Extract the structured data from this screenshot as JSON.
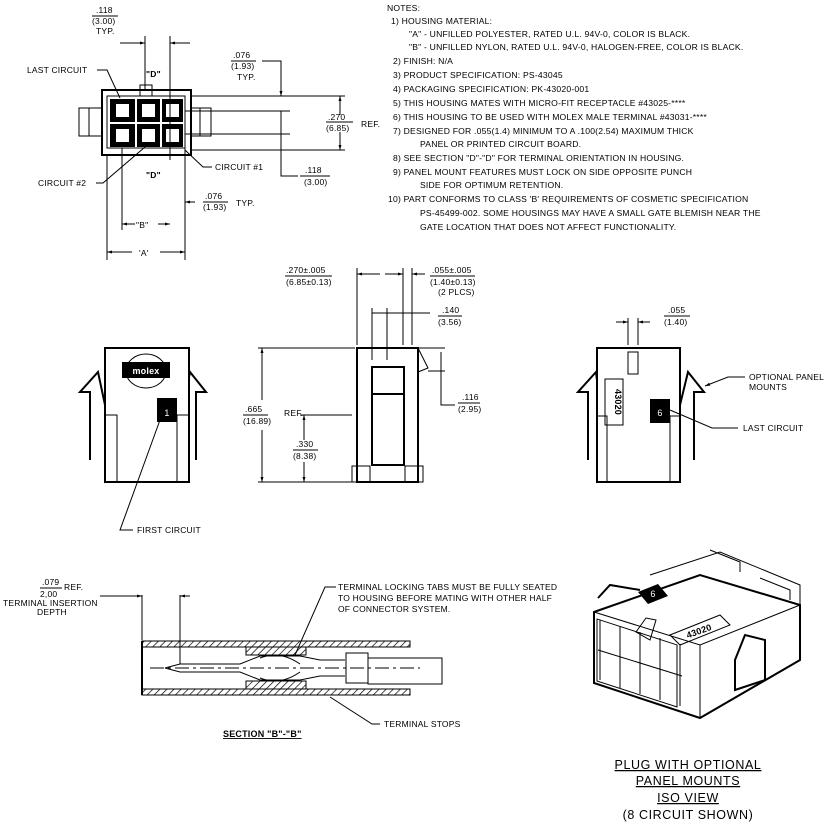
{
  "notes": {
    "heading": "NOTES:",
    "lines": [
      "1)  HOUSING MATERIAL:",
      "\"A\" - UNFILLED POLYESTER, RATED U.L. 94V-0, COLOR IS BLACK.",
      "\"B\" - UNFILLED NYLON, RATED U.L. 94V-0, HALOGEN-FREE, COLOR IS BLACK.",
      "2) FINISH:  N/A",
      "3) PRODUCT SPECIFICATION: PS-43045",
      "4) PACKAGING SPECIFICATION:  PK-43020-001",
      "5) THIS HOUSING MATES WITH MICRO-FIT RECEPTACLE #43025-****",
      "6) THIS HOUSING TO BE USED WITH MOLEX MALE TERMINAL #43031-****",
      "7) DESIGNED FOR .055(1.4) MINIMUM TO A .100(2.54) MAXIMUM THICK",
      "PANEL OR PRINTED CIRCUIT BOARD.",
      "8) SEE SECTION \"D\"-\"D\" FOR TERMINAL ORIENTATION IN HOUSING.",
      "9) PANEL MOUNT FEATURES MUST LOCK ON SIDE OPPOSITE PUNCH",
      "SIDE FOR OPTIMUM RETENTION.",
      "10) PART CONFORMS TO CLASS 'B' REQUIREMENTS OF COSMETIC SPECIFICATION",
      "PS-45499-002.  SOME HOUSINGS MAY HAVE A SMALL GATE BLEMISH NEAR THE",
      "GATE LOCATION THAT DOES NOT AFFECT FUNCTIONALITY."
    ]
  },
  "front_view": {
    "dim_pitch": {
      "in": ".118",
      "mm": "(3.00)",
      "note": "TYP."
    },
    "dim_top": {
      "in": ".076",
      "mm": "(1.93)",
      "note": "TYP."
    },
    "dim_height": {
      "in": ".270",
      "mm": "(6.85)",
      "note": "REF."
    },
    "dim_row": {
      "in": ".118",
      "mm": "(3.00)"
    },
    "dim_bottom": {
      "in": ".076",
      "mm": "(1.93)",
      "note": "TYP."
    },
    "section_label": "\"D\"",
    "last_circuit": "LAST CIRCUIT",
    "circuit_1": "CIRCUIT #1",
    "circuit_2": "CIRCUIT #2",
    "dim_b": "\"B\"",
    "dim_a": "'A'"
  },
  "end_view": {
    "logo": "molex",
    "circuit_number": "1",
    "first_circuit": "FIRST CIRCUIT"
  },
  "side_view": {
    "dim_width": {
      "in": ".270±.005",
      "mm": "(6.85±0.13)"
    },
    "dim_latch": {
      "in": ".055±.005",
      "mm": "(1.40±0.13)",
      "note": "(2 PLCS)"
    },
    "dim_window": {
      "in": ".140",
      "mm": "(3.56)"
    },
    "dim_ramp": {
      "in": ".116",
      "mm": "(2.95)"
    },
    "dim_height": {
      "in": ".665",
      "mm": "(16.89)",
      "note": "REF."
    },
    "dim_leg": {
      "in": ".330",
      "mm": "(8.38)"
    }
  },
  "rear_view": {
    "dim_key": {
      "in": ".055",
      "mm": "(1.40)"
    },
    "part_number": "43020",
    "circuit_number": "6",
    "optional_panel_mounts": [
      "OPTIONAL PANEL",
      "MOUNTS"
    ],
    "last_circuit": "LAST CIRCUIT"
  },
  "section_bb": {
    "dim_depth": {
      "in": ".079",
      "mm": "2,00",
      "note": "REF."
    },
    "depth_label": [
      "TERMINAL INSERTION",
      "DEPTH"
    ],
    "locking_note": [
      "TERMINAL LOCKING TABS MUST BE FULLY SEATED",
      "TO HOUSING BEFORE MATING WITH OTHER HALF",
      "OF CONNECTOR SYSTEM."
    ],
    "stops_label": "TERMINAL STOPS",
    "title": "SECTION \"B\"-\"B\""
  },
  "iso_view": {
    "circuit_number": "6",
    "part_number": "43020",
    "title": [
      "PLUG WITH OPTIONAL",
      "PANEL MOUNTS",
      "ISO VIEW",
      "(8 CIRCUIT SHOWN)"
    ]
  }
}
